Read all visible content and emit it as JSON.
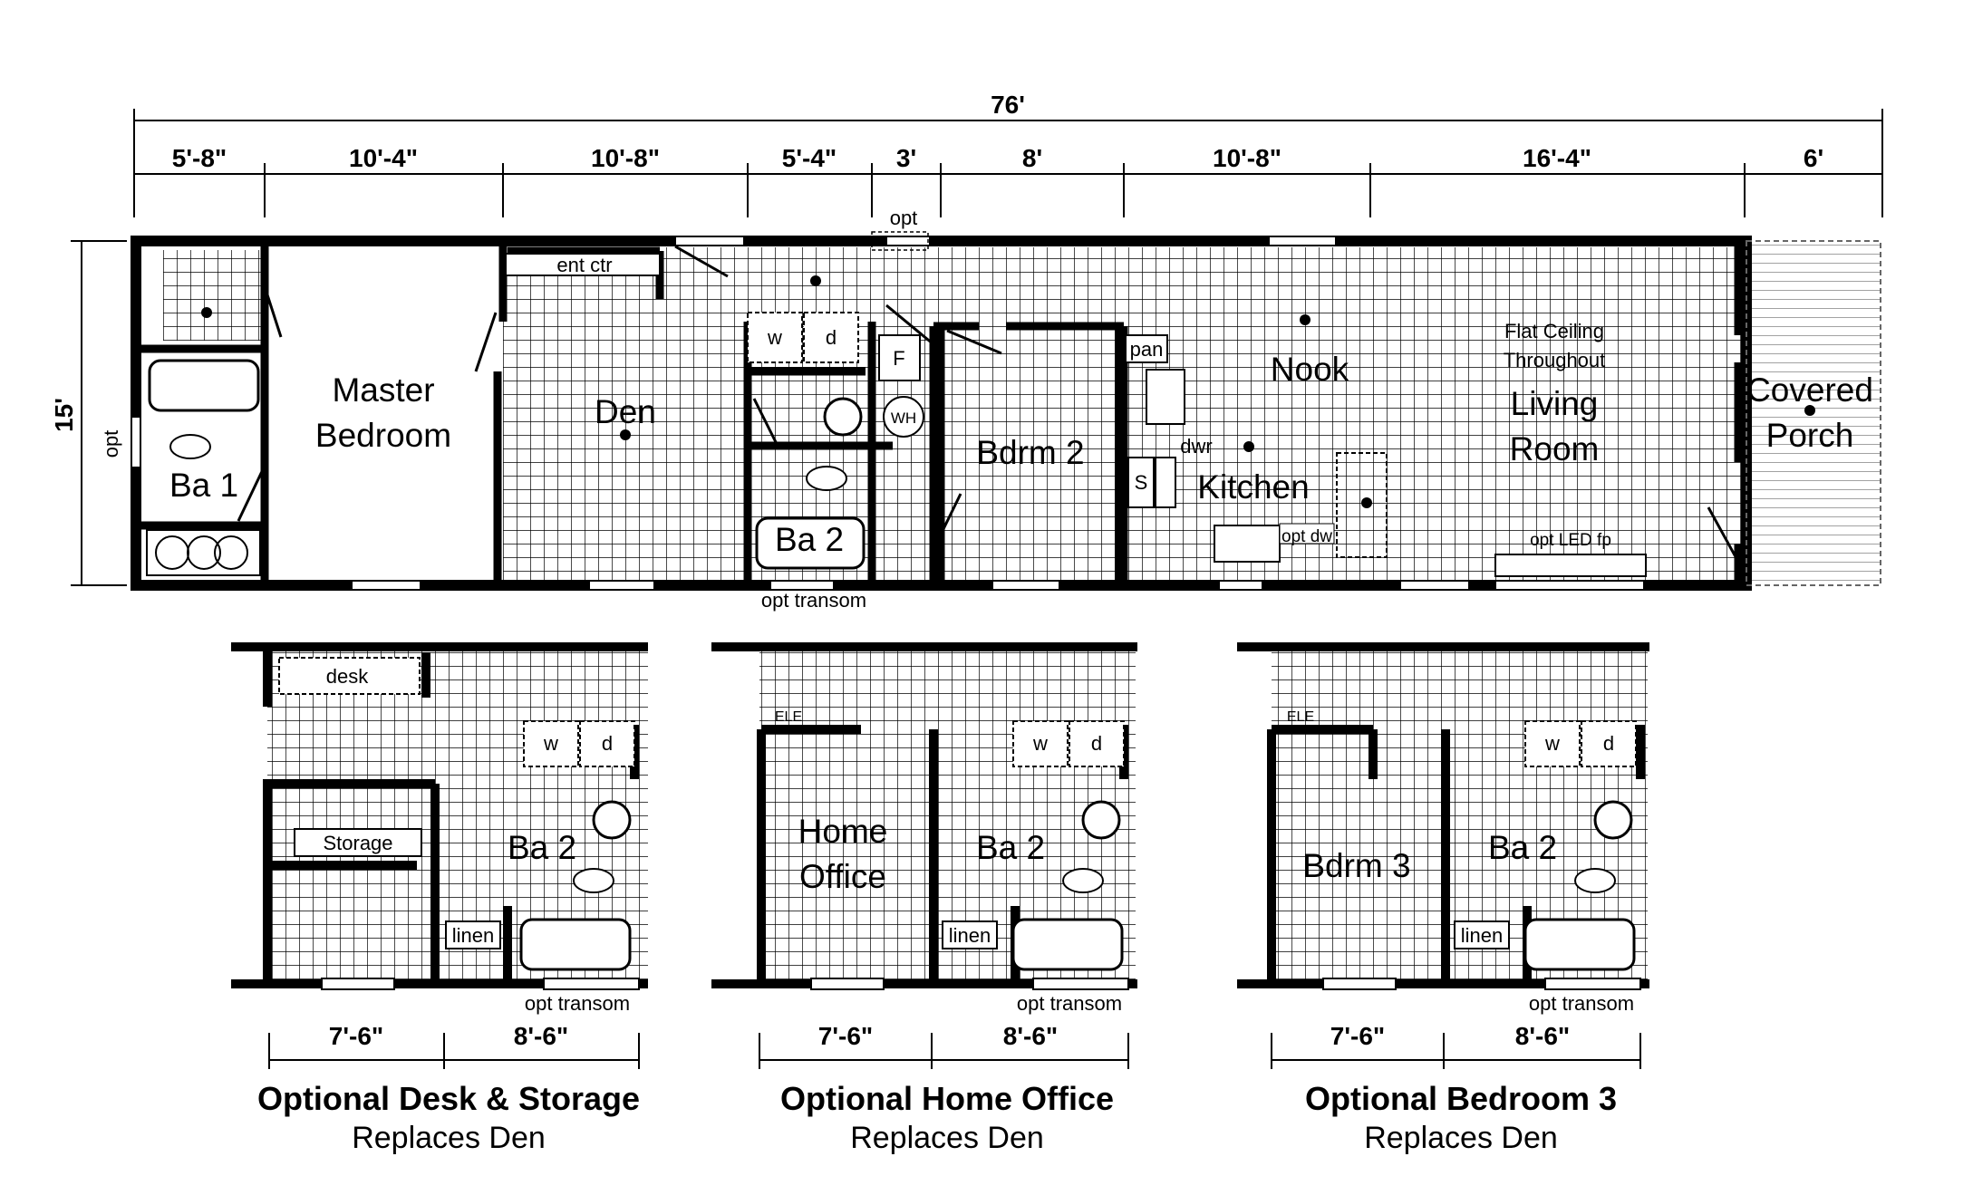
{
  "overall_dimension": "76'",
  "width_dimension": "15'",
  "segment_dimensions": [
    "5'-8\"",
    "10'-4\"",
    "10'-8\"",
    "5'-4\"",
    "3'",
    "8'",
    "10'-8\"",
    "16'-4\"",
    "6'"
  ],
  "main_plan": {
    "rooms": {
      "ba1": "Ba 1",
      "master_line1": "Master",
      "master_line2": "Bedroom",
      "den": "Den",
      "ba2": "Ba 2",
      "bdrm2": "Bdrm 2",
      "nook": "Nook",
      "kitchen": "Kitchen",
      "living_line1": "Living",
      "living_line2": "Room",
      "porch_line1": "Covered",
      "porch_line2": "Porch"
    },
    "labels": {
      "opt_top": "opt",
      "opt_left": "opt",
      "ent_ctr": "ent ctr",
      "washer": "w",
      "dryer": "d",
      "furnace": "F",
      "water_heater": "WH",
      "pantry": "pan",
      "dwr": "dwr",
      "stove": "S",
      "opt_dw": "opt dw",
      "flat_ceiling_1": "Flat Ceiling",
      "flat_ceiling_2": "Throughout",
      "opt_led_fp": "opt LED fp",
      "opt_transom": "opt transom"
    }
  },
  "options": [
    {
      "title": "Optional Desk & Storage",
      "subtitle": "Replaces Den",
      "labels": {
        "desk": "desk",
        "storage": "Storage",
        "washer": "w",
        "dryer": "d",
        "bath": "Ba 2",
        "linen": "linen",
        "transom": "opt transom"
      },
      "dims": [
        "7'-6\"",
        "8'-6\""
      ]
    },
    {
      "title": "Optional Home Office",
      "subtitle": "Replaces Den",
      "labels": {
        "ele": "ELE",
        "room_line1": "Home",
        "room_line2": "Office",
        "washer": "w",
        "dryer": "d",
        "bath": "Ba 2",
        "linen": "linen",
        "transom": "opt transom"
      },
      "dims": [
        "7'-6\"",
        "8'-6\""
      ]
    },
    {
      "title": "Optional Bedroom 3",
      "subtitle": "Replaces Den",
      "labels": {
        "ele": "ELE",
        "room": "Bdrm 3",
        "washer": "w",
        "dryer": "d",
        "bath": "Ba 2",
        "linen": "linen",
        "transom": "opt transom"
      },
      "dims": [
        "7'-6\"",
        "8'-6\""
      ]
    }
  ]
}
